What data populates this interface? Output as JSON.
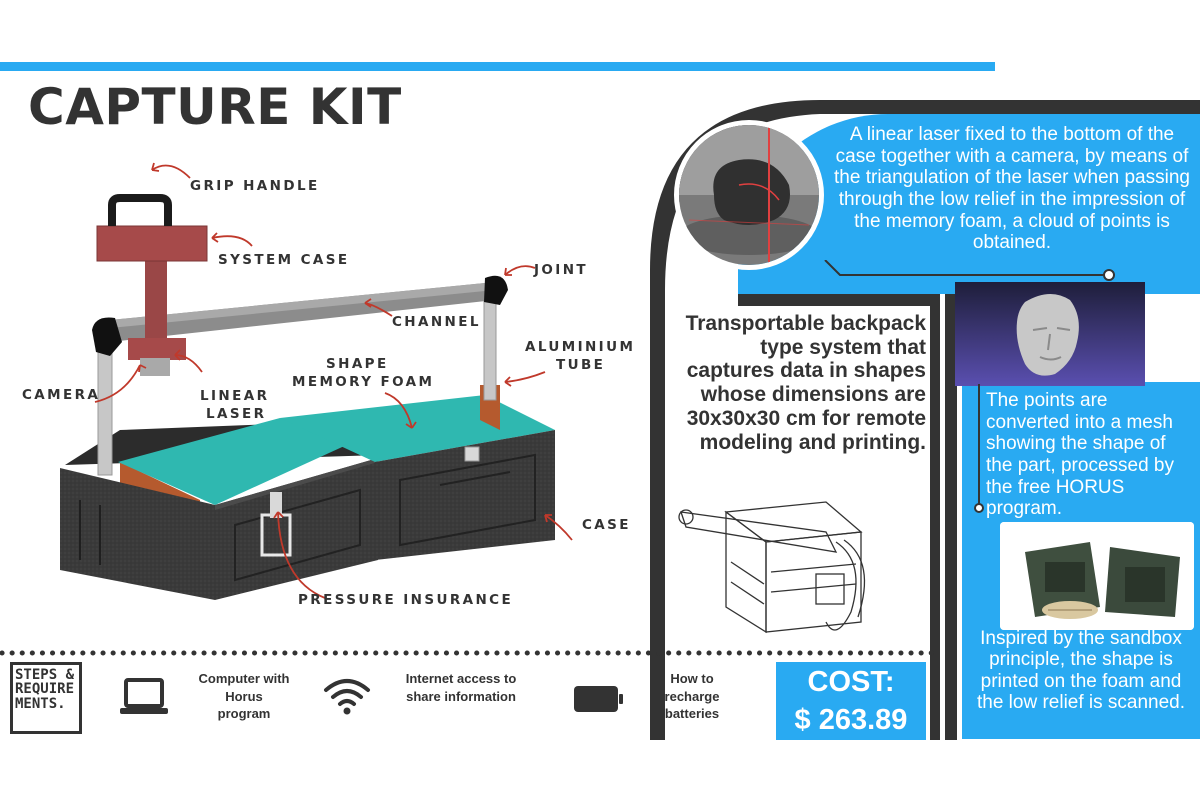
{
  "title": "CAPTURE KIT",
  "colors": {
    "accent": "#29aaf2",
    "dark": "#333333",
    "arrow": "#c0392b",
    "foam": "#2fb8b0"
  },
  "labels": {
    "grip_handle": "GRIP HANDLE",
    "system_case": "SYSTEM CASE",
    "joint": "JOINT",
    "channel": "CHANNEL",
    "aluminium_1": "ALUMINIUM",
    "aluminium_2": "TUBE",
    "shape_1": "SHAPE",
    "shape_2": "MEMORY FOAM",
    "camera": "CAMERA",
    "linear_1": "LINEAR",
    "linear_2": "LASER",
    "case": "CASE",
    "pressure": "PRESSURE INSURANCE"
  },
  "laser_text": "A linear laser fixed to the bottom of the case together with a camera, by means of the triangulation of the laser when passing through the low relief in the impression of the memory foam, a cloud of points is obtained.",
  "system_text": "Transportable backpack type system that captures data in shapes whose dimensions are 30x30x30 cm for remote modeling and printing.",
  "mesh_text": "The points are converted into a mesh showing the shape of the part, processed by the free HORUS program.",
  "sandbox_text": "Inspired by the sandbox principle, the shape is printed on the foam and the low relief is scanned.",
  "steps_title": "STEPS & REQUIRE MENTS.",
  "requirements": [
    {
      "icon": "laptop-icon",
      "text": "Computer with Horus program"
    },
    {
      "icon": "wifi-icon",
      "text": "Internet access to share information"
    },
    {
      "icon": "battery-icon",
      "text": "How to recharge batteries"
    }
  ],
  "cost_label": "COST:",
  "cost_value": "$ 263.89"
}
